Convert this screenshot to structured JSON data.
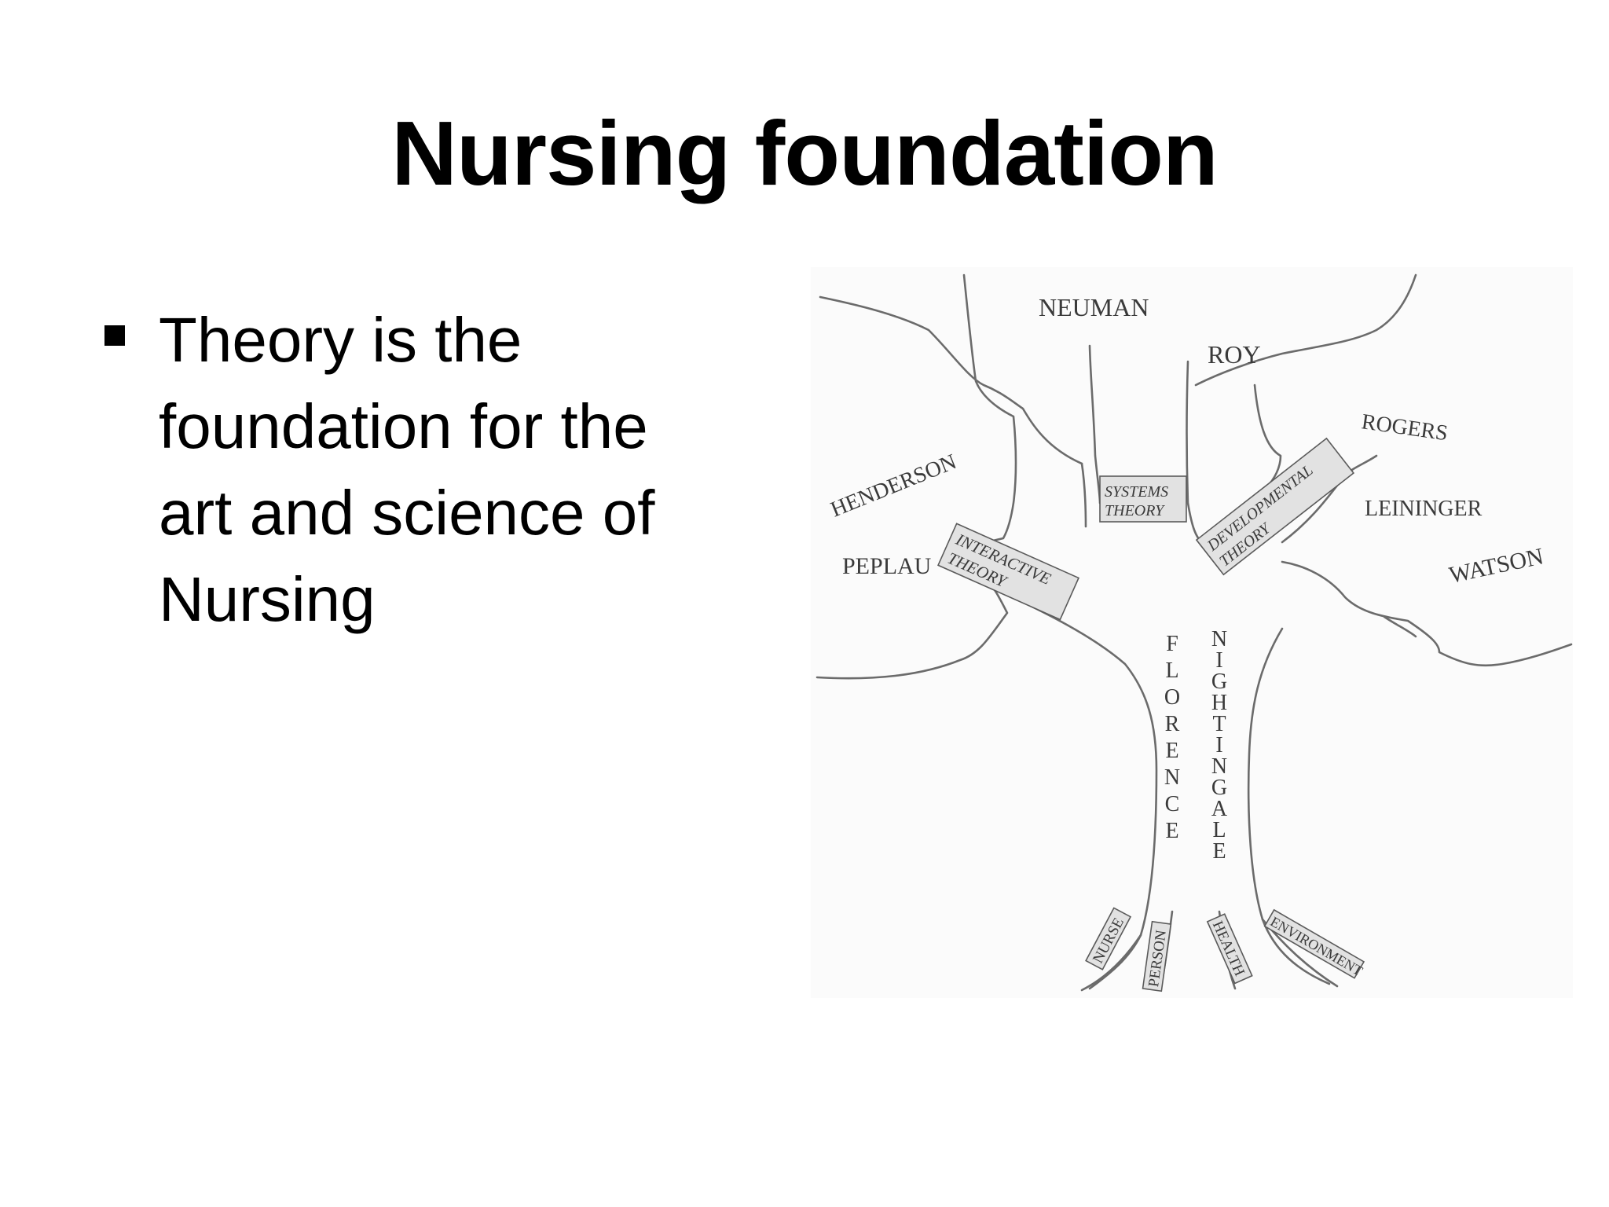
{
  "slide": {
    "title": "Nursing foundation",
    "bullets": [
      {
        "lines": [
          "Theory is the",
          "foundation for the",
          "art and science of",
          "Nursing"
        ]
      }
    ]
  },
  "figure": {
    "theorists": {
      "neuman": "NEUMAN",
      "roy": "ROY",
      "rogers": "ROGERS",
      "henderson": "HENDERSON",
      "leininger": "LEININGER",
      "peplau": "PEPLAU",
      "watson": "WATSON"
    },
    "theories": {
      "systems_1": "SYSTEMS",
      "systems_2": "THEORY",
      "interactive_1": "INTERACTIVE",
      "interactive_2": "THEORY",
      "developmental_1": "DEVELOPMENTAL",
      "developmental_2": "THEORY"
    },
    "trunk": {
      "left_letters": [
        "F",
        "L",
        "O",
        "R",
        "E",
        "N",
        "C",
        "E"
      ],
      "right_letters": [
        "N",
        "I",
        "G",
        "H",
        "T",
        "I",
        "N",
        "G",
        "A",
        "L",
        "E"
      ]
    },
    "roots": {
      "nurse": "NURSE",
      "person": "PERSON",
      "health": "HEALTH",
      "environment": "ENVIRONMENT"
    }
  }
}
